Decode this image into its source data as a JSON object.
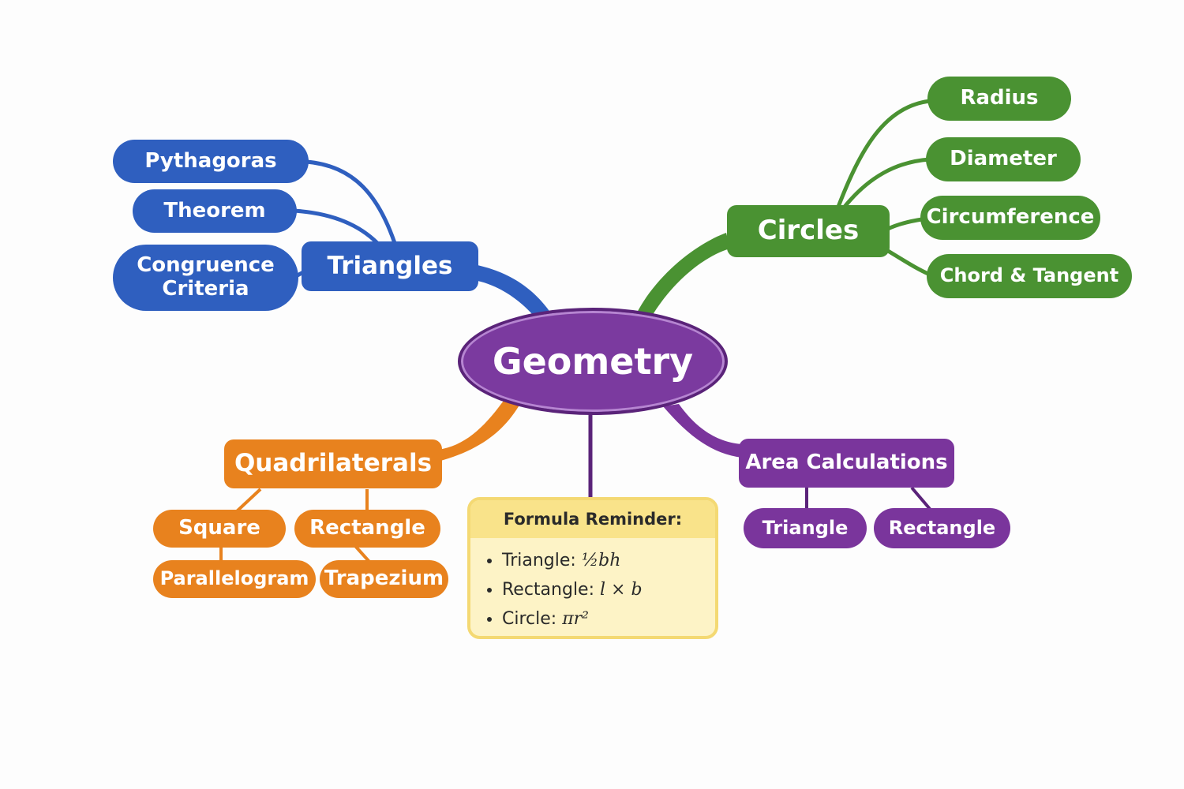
{
  "colors": {
    "triangles": "#2f5fbf",
    "circles": "#4a9232",
    "quadrilaterals": "#e8821e",
    "area": "#7a359c",
    "center": "#7b3a9f",
    "formula_bg": "#fdf3c6",
    "formula_header": "#f9e38a"
  },
  "center": {
    "label": "Geometry"
  },
  "triangles": {
    "label": "Triangles",
    "children": [
      "Pythagoras",
      "Theorem",
      "Congruence\nCriteria"
    ]
  },
  "circles": {
    "label": "Circles",
    "children": [
      "Radius",
      "Diameter",
      "Circumference",
      "Chord & Tangent"
    ]
  },
  "quadrilaterals": {
    "label": "Quadrilaterals",
    "children": [
      "Square",
      "Rectangle",
      "Parallelogram",
      "Trapezium"
    ]
  },
  "area": {
    "label": "Area Calculations",
    "children": [
      "Triangle",
      "Rectangle"
    ]
  },
  "formula": {
    "title": "Formula Reminder:",
    "items": [
      {
        "label": "Triangle:",
        "expr": "½bh"
      },
      {
        "label": "Rectangle:",
        "expr": "l × b"
      },
      {
        "label": "Circle:",
        "expr": "πr²"
      }
    ]
  }
}
